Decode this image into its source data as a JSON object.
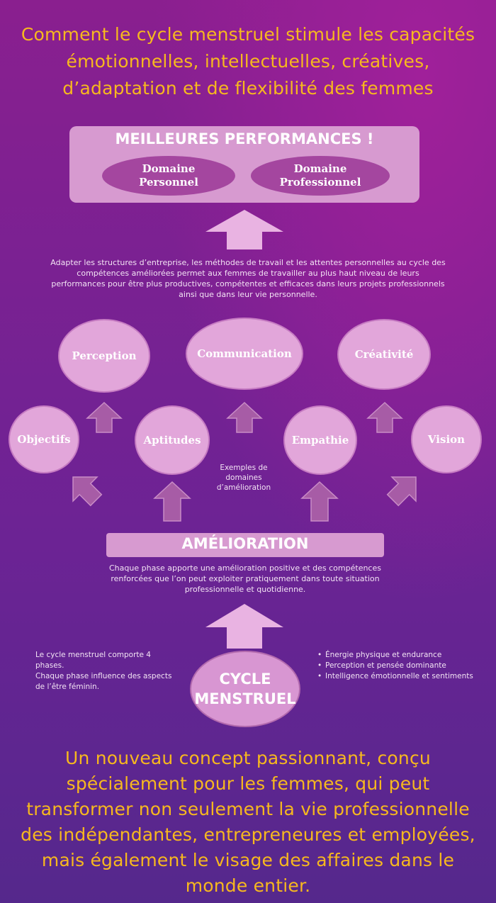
{
  "title": "Comment le cycle menstruel stimule les capacités émotionnelles, intellectuelles, créatives, d’adaptation et de flexibilité des femmes",
  "performance": {
    "title": "MEILLEURES PERFORMANCES !",
    "domain_personal": "Domaine Personnel",
    "domain_professional": "Domaine Professionnel"
  },
  "adapt_text": "Adapter les structures d’entreprise, les méthodes de travail et les attentes personnelles au cycle des compétences améliorées permet aux femmes de travailler au plus haut niveau de leurs performances pour être plus productives, compétentes et efficaces dans leurs projets professionnels ainsi que dans leur vie personnelle.",
  "areas": {
    "perception": "Perception",
    "communication": "Communication",
    "creativite": "Créativité",
    "objectifs": "Objectifs",
    "aptitudes": "Aptitudes",
    "empathie": "Empathie",
    "vision": "Vision"
  },
  "examples_label": "Exemples de domaines d’amélioration",
  "amelioration": {
    "title": "AMÉLIORATION",
    "text": "Chaque phase apporte une amélioration positive et des compétences renforcées que l’on peut exploiter pratiquement dans toute situation professionnelle et quotidienne."
  },
  "cycle": {
    "label": "CYCLE\nMENSTRUEL",
    "left_text_1": "Le cycle menstruel comporte 4 phases.",
    "left_text_2": "Chaque phase influence des aspects de l’être féminin.",
    "bullets": [
      "Énergie physique et endurance",
      "Perception et pensée dominante",
      "Intelligence émotionnelle et sentiments"
    ]
  },
  "footer": "Un nouveau concept passionnant, conçu spécialement pour les femmes, qui peut transformer non seulement la vie professionnelle des indépendantes, entrepreneures et employées, mais également le visage des affaires dans le monde entier.",
  "colors": {
    "accent_yellow": "#f7b81e",
    "panel_pink": "#d79ad0",
    "pill_purple": "#a4469f",
    "arrow_mauve": "#a75ca6"
  }
}
